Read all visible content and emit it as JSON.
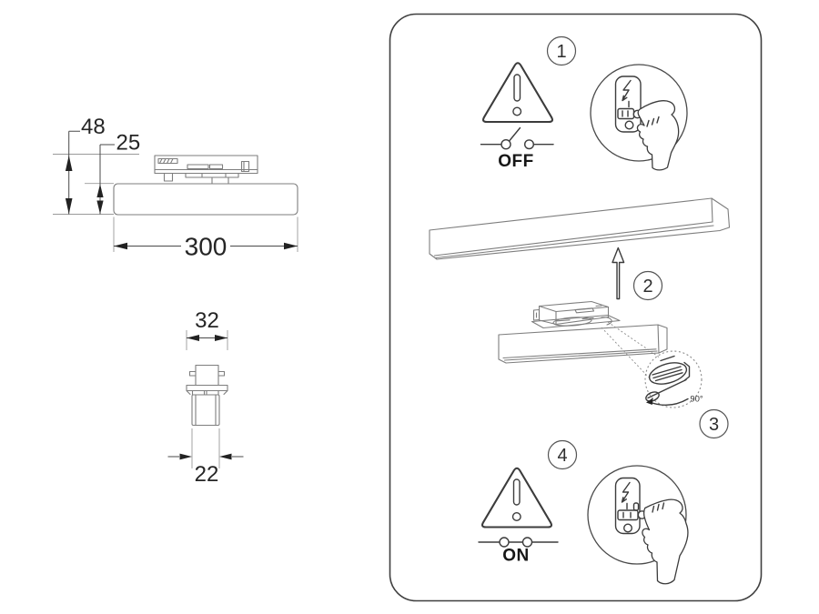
{
  "colors": {
    "background": "#ffffff",
    "panel_border": "#3f3f3f",
    "dark_line": "#3c3c3c",
    "gray_line": "#7e7e7e"
  },
  "dimension_drawing": {
    "side_view": {
      "total_height": "48",
      "body_height": "25",
      "body_width": "300"
    },
    "end_view": {
      "top_width": "32",
      "body_width": "22"
    }
  },
  "instruction_panel": {
    "steps": [
      {
        "number": "1",
        "power_label": "OFF",
        "icons": [
          "warning-triangle-icon",
          "switch-open-icon",
          "breaker-press-hand-icon"
        ]
      },
      {
        "number": "2",
        "icons": [
          "track-rail-art",
          "up-arrow-icon"
        ]
      },
      {
        "number": "3",
        "rotation_label": "90°",
        "icons": [
          "fixture-with-adapter-art",
          "rotate-lock-detail-icon"
        ]
      },
      {
        "number": "4",
        "power_label": "ON",
        "icons": [
          "warning-triangle-icon",
          "switch-closed-icon",
          "breaker-press-hand-icon"
        ]
      }
    ]
  }
}
